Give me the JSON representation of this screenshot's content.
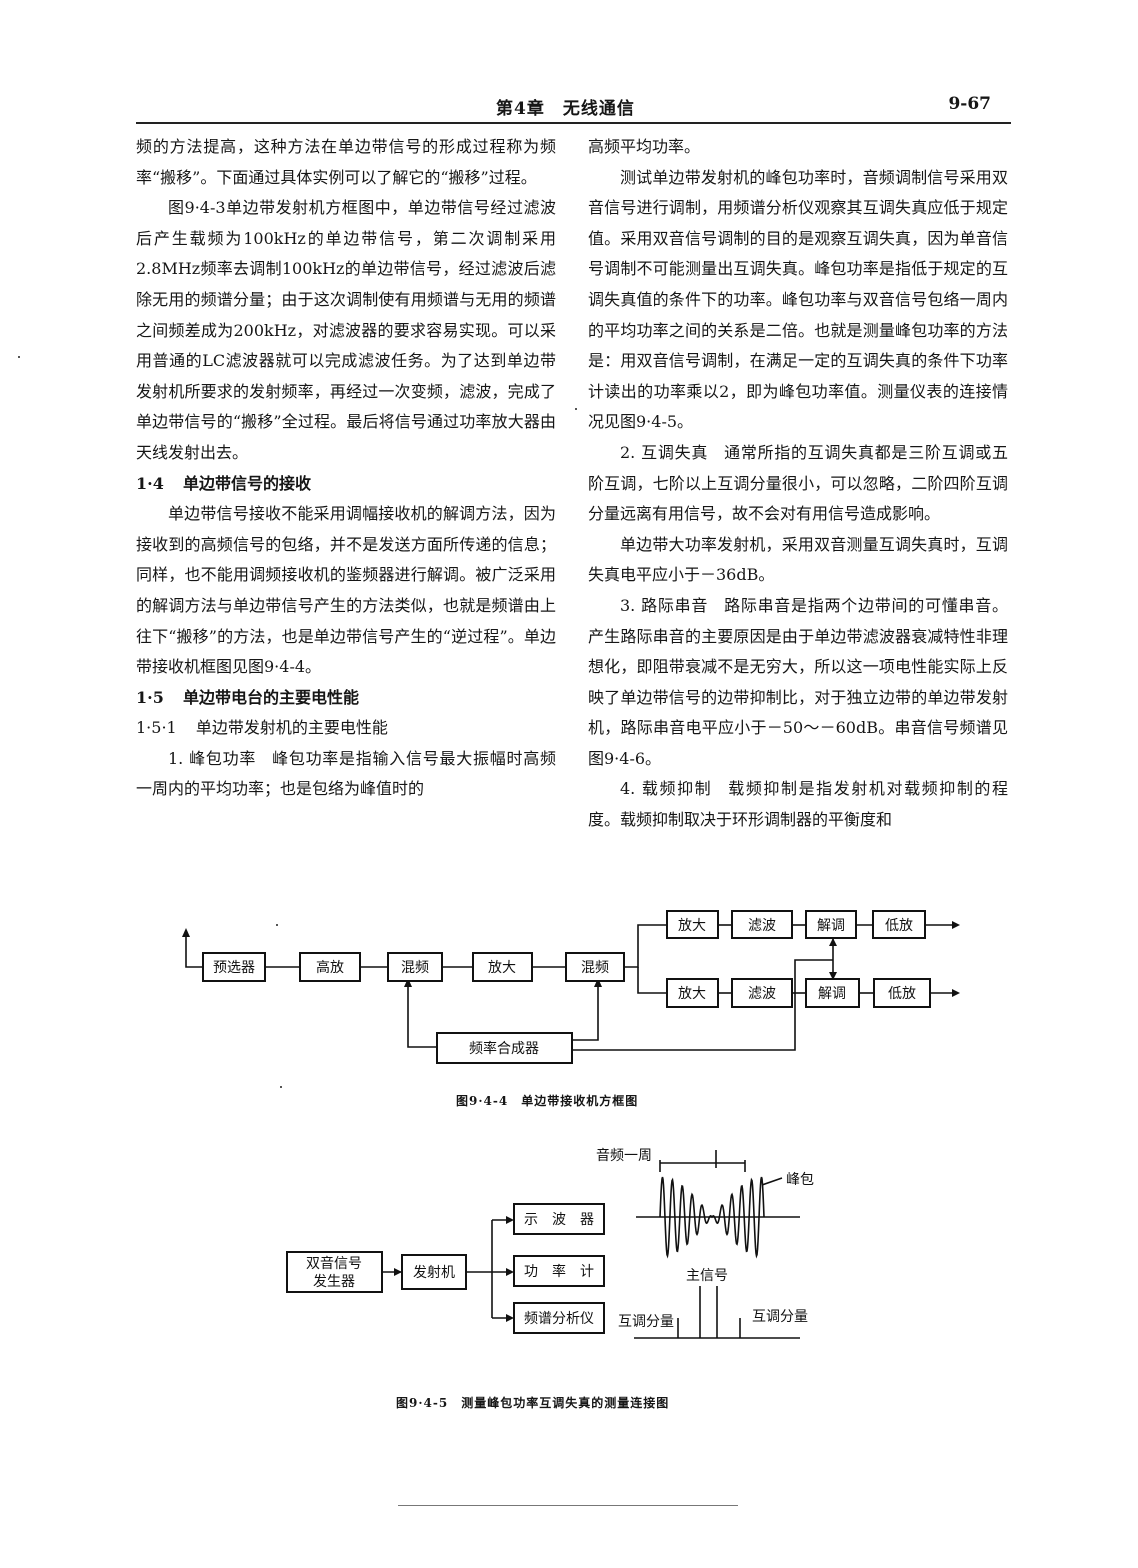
{
  "header": {
    "chapter": "第4章　无线通信",
    "page_number": "9-67"
  },
  "left_column": {
    "p1": "频的方法提高，这种方法在单边带信号的形成过程称为频率“搬移”。下面通过具体实例可以了解它的“搬移”过程。",
    "p2": "图9·4-3单边带发射机方框图中，单边带信号经过滤波后产生载频为100kHz的单边带信号，第二次调制采用2.8MHz频率去调制100kHz的单边带信号，经过滤波后滤除无用的频谱分量；由于这次调制使有用频谱与无用的频谱之间频差成为200kHz，对滤波器的要求容易实现。可以采用普通的LC滤波器就可以完成滤波任务。为了达到单边带发射机所要求的发射频率，再经过一次变频，滤波，完成了单边带信号的“搬移”全过程。最后将信号通过功率放大器由天线发射出去。",
    "s14_num": "1·4",
    "s14_title": "单边带信号的接收",
    "p3": "单边带信号接收不能采用调幅接收机的解调方法，因为接收到的高频信号的包络，并不是发送方面所传递的信息；同样，也不能用调频接收机的鉴频器进行解调。被广泛采用的解调方法与单边带信号产生的方法类似，也就是频谱由上往下“搬移”的方法，也是单边带信号产生的“逆过程”。单边带接收机框图见图9·4-4。",
    "s15_num": "1·5",
    "s15_title": "单边带电台的主要电性能",
    "s151_num": "1·5·1",
    "s151_title": "单边带发射机的主要电性能",
    "item1_title": "1. 峰包功率",
    "item1_text": "峰包功率是指输入信号最大振幅时高频一周内的平均功率；也是包络为峰值时的"
  },
  "right_column": {
    "p1": "高频平均功率。",
    "p2": "测试单边带发射机的峰包功率时，音频调制信号采用双音信号进行调制，用频谱分析仪观察其互调失真应低于规定值。采用双音信号调制的目的是观察互调失真，因为单音信号调制不可能测量出互调失真。峰包功率是指低于规定的互调失真值的条件下的功率。峰包功率与双音信号包络一周内的平均功率之间的关系是二倍。也就是测量峰包功率的方法是：用双音信号调制，在满足一定的互调失真的条件下功率计读出的功率乘以2，即为峰包功率值。测量仪表的连接情况见图9·4-5。",
    "item2_title": "2. 互调失真",
    "item2_text": "通常所指的互调失真都是三阶互调或五阶互调，七阶以上互调分量很小，可以忽略，二阶四阶互调分量远离有用信号，故不会对有用信号造成影响。",
    "p3": "单边带大功率发射机，采用双音测量互调失真时，互调失真电平应小于－36dB。",
    "item3_title": "3. 路际串音",
    "item3_text": "路际串音是指两个边带间的可懂串音。产生路际串音的主要原因是由于单边带滤波器衰减特性非理想化，即阻带衰减不是无穷大，所以这一项电性能实际上反映了单边带信号的边带抑制比，对于独立边带的单边带发射机，路际串音电平应小于－50～－60dB。串音信号频谱见图9·4-6。",
    "item4_title": "4. 载频抑制",
    "item4_text": "载频抑制是指发射机对载频抑制的程度。载频抑制取决于环形调制器的平衡度和"
  },
  "fig1": {
    "caption": "图9·4-4　单边带接收机方框图",
    "blocks": {
      "preselector": "预选器",
      "rf_amp": "高放",
      "mixer1": "混频",
      "amp1": "放大",
      "mixer2": "混频",
      "synth": "频率合成器",
      "amp_u": "放大",
      "filter_u": "滤波",
      "demod_u": "解调",
      "lowamp_u": "低放",
      "amp_l": "放大",
      "filter_l": "滤波",
      "demod_l": "解调",
      "lowamp_l": "低放"
    }
  },
  "fig2": {
    "caption": "图9·4-5　测量峰包功率互调失真的测量连接图",
    "blocks": {
      "generator_line1": "双音信号",
      "generator_line2": "发生器",
      "transmitter": "发射机",
      "oscilloscope": "示　波　器",
      "power_meter": "功　率　计",
      "spectrum_analyzer": "频谱分析仪"
    },
    "labels": {
      "audio_cycle": "音频一周",
      "peak_envelope": "峰包",
      "main_signal": "主信号",
      "im_left": "互调分量",
      "im_right": "互调分量"
    }
  }
}
